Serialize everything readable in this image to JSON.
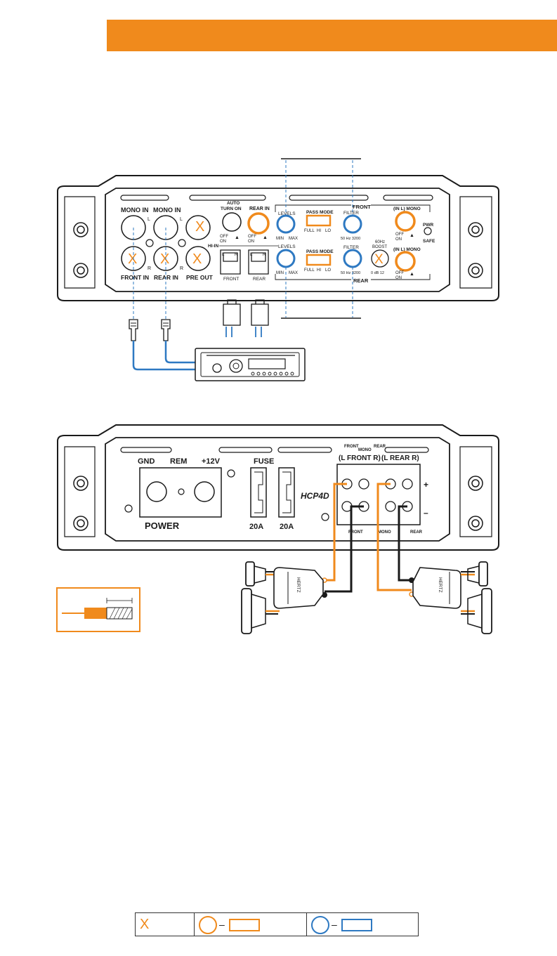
{
  "colors": {
    "accent": "#f08a1c",
    "blue": "#2e79c2",
    "line": "#1a1a1a"
  },
  "input_panel": {
    "mono_in_left": "MONO IN",
    "mono_in_right": "MONO IN",
    "l": "L",
    "r": "R",
    "front_in": "FRONT IN",
    "rear_in_bottom": "REAR IN",
    "pre_out": "PRE OUT",
    "auto": "AUTO",
    "turn_on": "TURN ON",
    "off": "OFF",
    "on": "ON",
    "rear_in_top": "REAR IN",
    "hi_in": "HI-IN",
    "front": "FRONT",
    "rear": "REAR",
    "front_section": "FRONT",
    "rear_section": "REAR",
    "levels": "LEVELS",
    "min": "MIN",
    "max": "MAX",
    "pass_mode": "PASS MODE",
    "full": "FULL",
    "hi": "HI",
    "lo": "LO",
    "filter": "FILTER",
    "hz_range": "50  Hz  3200",
    "boost_60hz": "60Hz",
    "boost": "BOOST",
    "db_range": "0  dB  12",
    "in_l_mono": "(IN L) MONO",
    "pwr": "PWR",
    "safe": "SAFE"
  },
  "power_panel": {
    "gnd": "GND",
    "rem": "REM",
    "v12": "+12V",
    "fuse": "FUSE",
    "power": "POWER",
    "fuse1": "20A",
    "fuse2": "20A",
    "model": "HCP4D",
    "front_label": "FRONT",
    "mono_label": "MONO",
    "rear_label": "REAR",
    "front_lr": "(L  FRONT  R)",
    "rear_lr": "(L  REAR  R)",
    "plus": "+",
    "minus": "–",
    "bottom_front": "FRONT",
    "bottom_mono": "MONO",
    "bottom_rear": "REAR",
    "brand": "HERTZ"
  },
  "legend": {
    "x_mark": "X",
    "dash1": "–",
    "dash2": "–"
  }
}
